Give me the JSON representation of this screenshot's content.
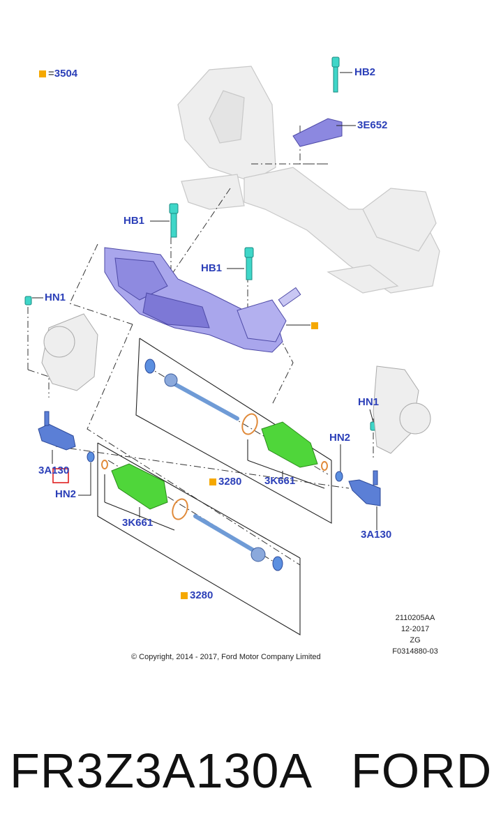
{
  "legend": {
    "symbol": "=",
    "code": "3504"
  },
  "callouts": {
    "hb2": "HB2",
    "e652": "3E652",
    "hb1_upper": "HB1",
    "hb1_lower": "HB1",
    "hn1_left": "HN1",
    "hn1_right": "HN1",
    "hn2_right": "HN2",
    "hn2_left": "HN2",
    "a130_left": "3A130",
    "a130_right": "3A130",
    "k661_upper": "3K661",
    "k661_lower": "3K661",
    "p3280_upper": "3280",
    "p3280_lower": "3280"
  },
  "meta_block": {
    "line1": "2110205AA",
    "line2": "12-2017",
    "line3": "ZG",
    "line4": "F0314880-03"
  },
  "copyright": "© Copyright, 2014 - 2017, Ford Motor Company Limited",
  "footer": {
    "part_number": "FR3Z3A130A",
    "brand": "FORD"
  },
  "colors": {
    "callout_text": "#2b3fb8",
    "square_marker": "#f5a800",
    "rack_body": "#9a97e6",
    "boot": "#4fd63a",
    "bolt": "#3fd6c8",
    "tie_rod_end": "#5b7fd6",
    "ring": "#e08a3a",
    "highlight_box": "#e02020"
  }
}
